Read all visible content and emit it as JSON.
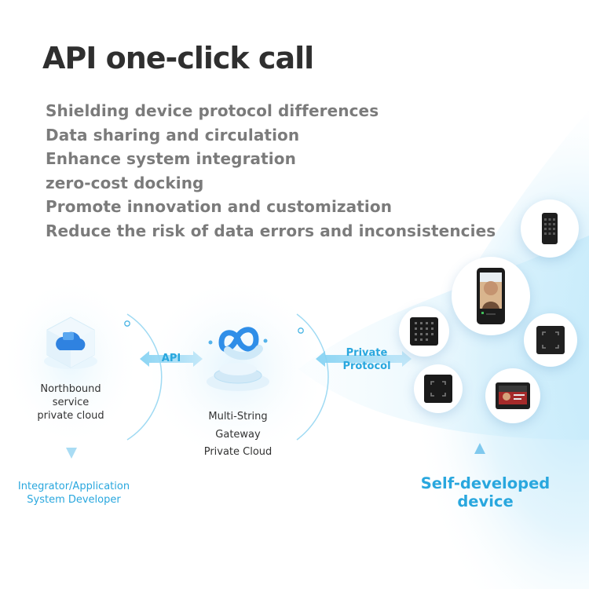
{
  "title": "API one-click call",
  "features": [
    "Shielding device protocol differences",
    "Data sharing and circulation",
    "Enhance system integration",
    "zero-cost docking",
    "Promote innovation and customization",
    "Reduce the risk of data errors and inconsistencies"
  ],
  "diagram": {
    "northbound": "Northbound\nservice\nprivate cloud",
    "gateway": "Multi-String\nGateway\nPrivate Cloud",
    "api_label": "API",
    "private_protocol": "Private\nProtocol",
    "integrator": "Integrator/Application\nSystem Developer",
    "self_developed": "Self-developed\ndevice"
  },
  "icons": [
    "cloud-cube-icon",
    "gateway-link-icon",
    "keypad-device-icon",
    "face-terminal-icon",
    "card-reader-icon",
    "access-panel-icon",
    "qr-reader-icon",
    "screen-terminal-icon"
  ],
  "colors": {
    "accent": "#29a7de",
    "title": "#2f2f2f",
    "feature_text": "#7b7b7b",
    "glow": "#cfeefb"
  }
}
